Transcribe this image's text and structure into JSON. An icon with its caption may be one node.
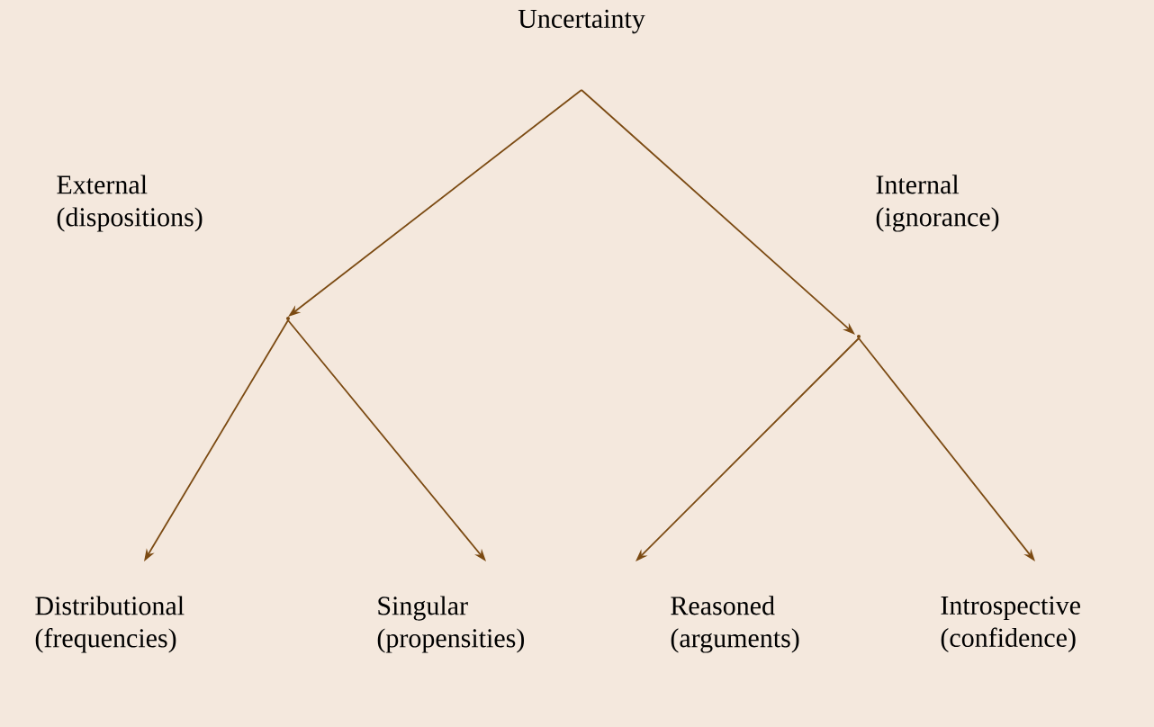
{
  "diagram": {
    "nodes": [
      {
        "text": [
          "Uncertainty"
        ]
      },
      {
        "text": [
          "External (dispositions)"
        ]
      },
      {
        "text": [
          "Internal (ignorance)"
        ]
      },
      {
        "text": [
          "Distributional (frequencies)"
        ]
      },
      {
        "text": [
          "Singular (propensities)"
        ]
      },
      {
        "text": [
          "Reasoned (arguments)"
        ]
      },
      {
        "text": [
          "Introspective (confidence)"
        ]
      }
    ],
    "edges": [
      {
        "from": 0,
        "to": 1,
        "arrow": "to"
      },
      {
        "from": 0,
        "to": 2,
        "arrow": "to"
      },
      {
        "from": 1,
        "to": 3,
        "arrow": "to"
      },
      {
        "from": 1,
        "to": 4,
        "arrow": "to"
      },
      {
        "from": 2,
        "to": 5,
        "arrow": "to"
      },
      {
        "from": 2,
        "to": 6,
        "arrow": "to"
      }
    ]
  }
}
